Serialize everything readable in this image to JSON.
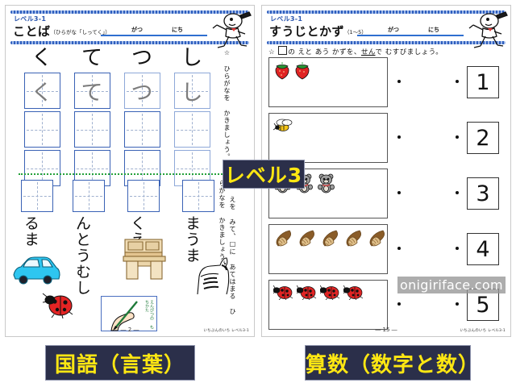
{
  "watermark": "onigiriface.com",
  "overlay_badge": "レベル3",
  "captions": {
    "left": "国語（言葉）",
    "right": "算数（数字と数）"
  },
  "left_page": {
    "level": "レベル3-1",
    "subject": "ことば",
    "subject_note": "（ひらがな「しってく」）",
    "date_month_label": "がつ",
    "date_day_label": "にち",
    "section1": {
      "instruction": "☆ ひらがなを かきましょう。",
      "characters": [
        "く",
        "て",
        "つ",
        "し"
      ],
      "practice_rows": 3
    },
    "section2": {
      "instruction": "☆ えを みて、□に あてはまる ひらがなを かきましょう。",
      "items": [
        {
          "word": "るま",
          "picture": "car-picture",
          "answer_box": true
        },
        {
          "word": "んとうむし",
          "picture": "ladybug-picture",
          "answer_box": true
        },
        {
          "word": "くえ",
          "picture": "desk-picture",
          "answer_box": true
        },
        {
          "word": "まうま",
          "picture": "zebra-picture",
          "answer_box": true
        }
      ],
      "pencil_note": "えんぴつの もちかた"
    },
    "page_number": "― 2 ―",
    "credit": "いちぶんのいち レベル3-1"
  },
  "right_page": {
    "level": "レベル3-1",
    "subject": "すうじとかず",
    "subject_note": "（1〜5）",
    "date_month_label": "がつ",
    "date_day_label": "にち",
    "instruction_pre": "☆",
    "instruction_a": "の えと あう かずを、",
    "instruction_u": "せん",
    "instruction_b": "で むすびましょう。",
    "rows": [
      {
        "picture": "strawberry-picture",
        "count": 2,
        "number_label": "1"
      },
      {
        "picture": "bee-picture",
        "count": 1,
        "number_label": "2"
      },
      {
        "picture": "bear-picture",
        "count": 3,
        "number_label": "3"
      },
      {
        "picture": "pinecone-picture",
        "count": 5,
        "number_label": "4"
      },
      {
        "picture": "ladybug-picture",
        "count": 4,
        "number_label": "5"
      }
    ],
    "page_number": "― 15 ―",
    "credit": "いちぶんのいち レベル3-1"
  }
}
